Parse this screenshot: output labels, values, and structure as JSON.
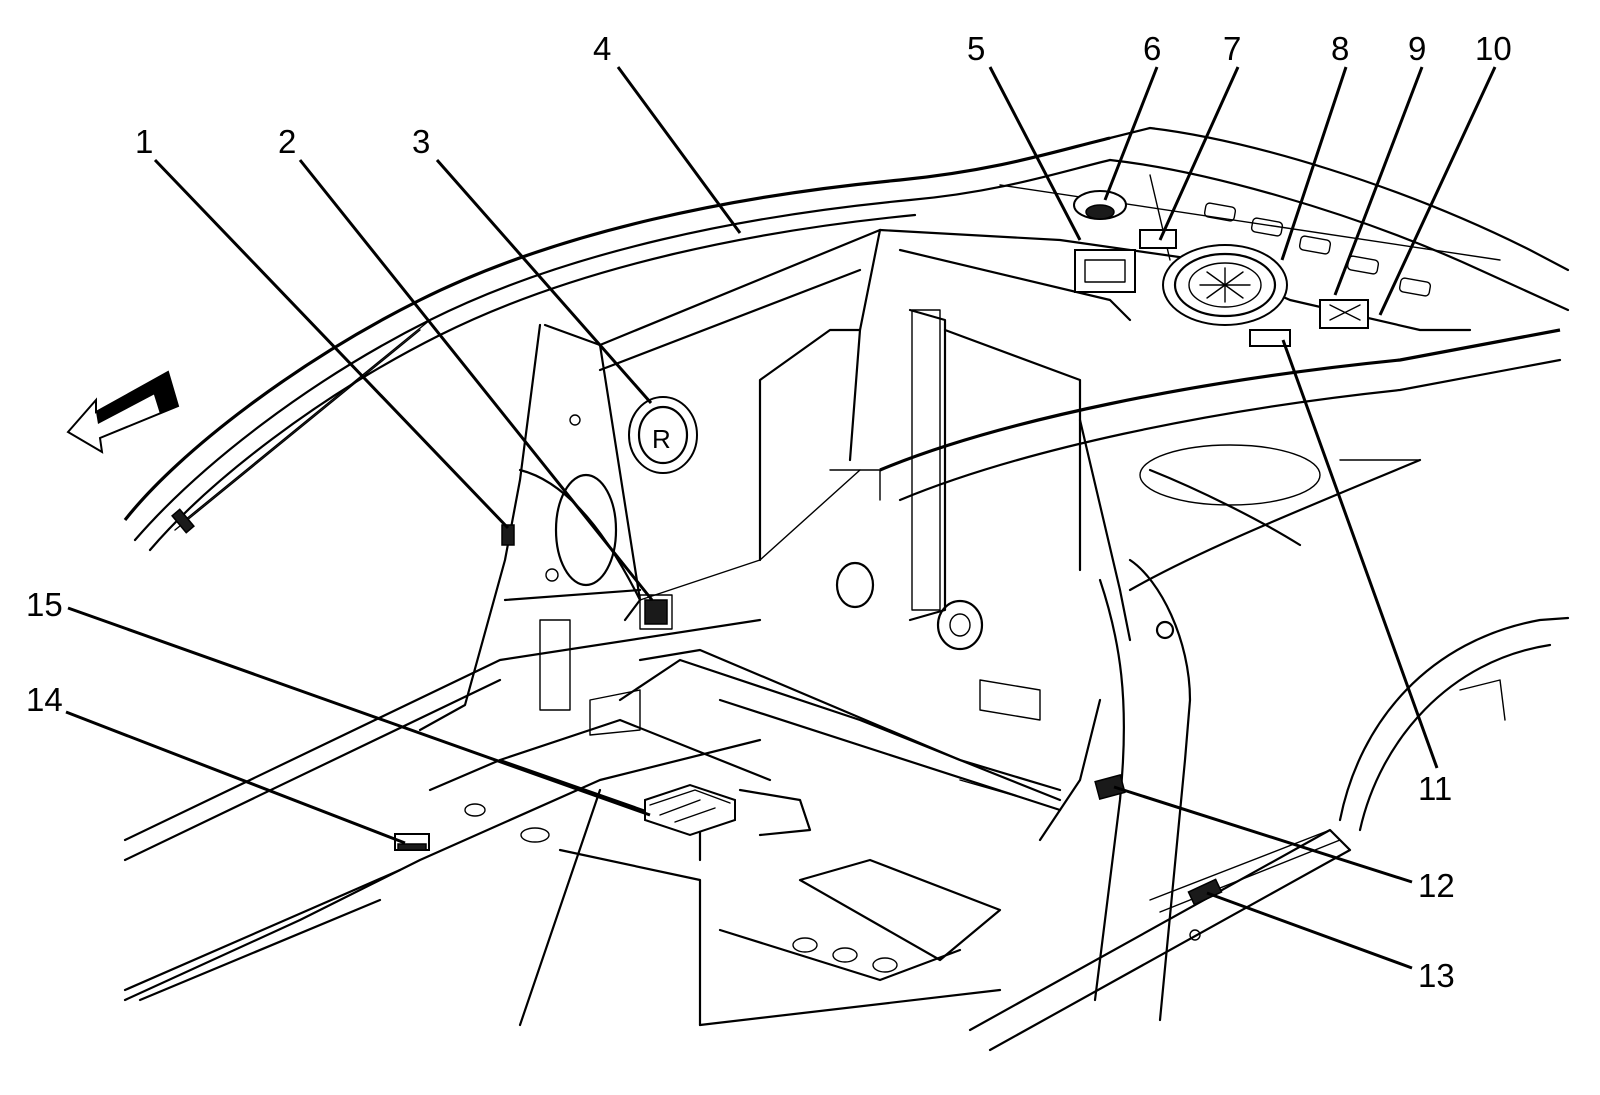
{
  "callouts": [
    {
      "id": "1",
      "label": "1"
    },
    {
      "id": "2",
      "label": "2"
    },
    {
      "id": "3",
      "label": "3"
    },
    {
      "id": "4",
      "label": "4"
    },
    {
      "id": "5",
      "label": "5"
    },
    {
      "id": "6",
      "label": "6"
    },
    {
      "id": "7",
      "label": "7"
    },
    {
      "id": "8",
      "label": "8"
    },
    {
      "id": "9",
      "label": "9"
    },
    {
      "id": "10",
      "label": "10"
    },
    {
      "id": "11",
      "label": "11"
    },
    {
      "id": "12",
      "label": "12"
    },
    {
      "id": "13",
      "label": "13"
    },
    {
      "id": "14",
      "label": "14"
    },
    {
      "id": "15",
      "label": "15"
    }
  ],
  "speaker_marking": "R",
  "icons": {
    "direction_arrow": "forward-arrow-icon"
  }
}
